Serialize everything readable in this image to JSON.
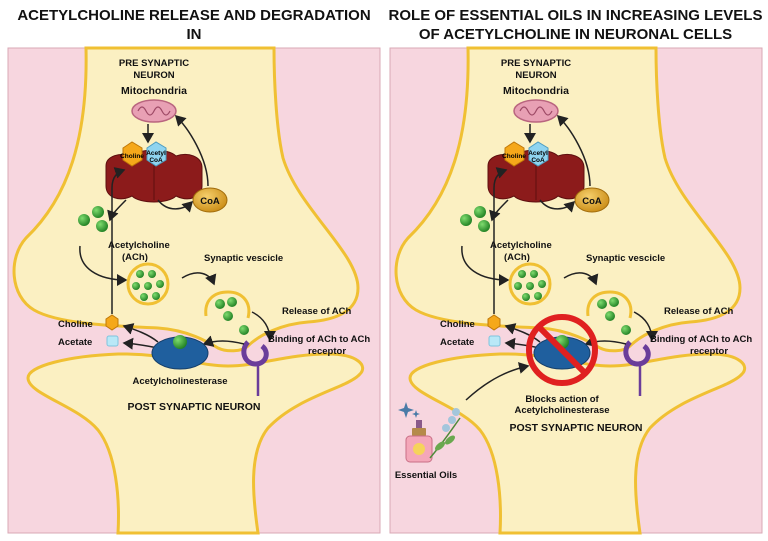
{
  "panels": [
    {
      "title_line1": "ACETYLCHOLINE RELEASE AND DEGRADATION IN",
      "title_line2": "NORMAL NEURONAL CELLS",
      "pre_synaptic_line1": "PRE SYNAPTIC",
      "pre_synaptic_line2": "NEURON",
      "mitochondria": "Mitochondria",
      "choline_box": "Choline",
      "acetyl_line1": "Acetyl",
      "acetyl_line2": "CoA",
      "coa": "CoA",
      "ach_line1": "Acetylcholine",
      "ach_line2": "(ACh)",
      "synaptic_vesicle": "Synaptic vescicle",
      "release": "Release of ACh",
      "binding_line1": "Binding of ACh to ACh",
      "binding_line2": "receptor",
      "choline": "Choline",
      "acetate": "Acetate",
      "enzyme": "Acetylcholinesterase",
      "post_synaptic": "POST SYNAPTIC NEURON"
    },
    {
      "title_line1": "ROLE OF ESSENTIAL OILS IN INCREASING LEVELS",
      "title_line2": "OF ACETYLCHOLINE IN NEURONAL CELLS",
      "pre_synaptic_line1": "PRE SYNAPTIC",
      "pre_synaptic_line2": "NEURON",
      "mitochondria": "Mitochondria",
      "choline_box": "Choline",
      "acetyl_line1": "Acetyl",
      "acetyl_line2": "CoA",
      "coa": "CoA",
      "ach_line1": "Acetylcholine",
      "ach_line2": "(ACh)",
      "synaptic_vesicle": "Synaptic vescicle",
      "release": "Release of ACh",
      "binding_line1": "Binding of ACh to ACh",
      "binding_line2": "receptor",
      "choline": "Choline",
      "acetate": "Acetate",
      "blocks_line1": "Blocks action of",
      "blocks_line2": "Acetylcholinesterase",
      "post_synaptic": "POST SYNAPTIC NEURON",
      "essential_oils": "Essential Oils"
    }
  ],
  "colors": {
    "background_panel": "#f7d6df",
    "neuron_fill": "#fbf0c2",
    "neuron_outline": "#f0c033",
    "mitochondria": "#e8a0b4",
    "hexagon_choline": "#f5a81a",
    "hexagon_acetyl": "#8fd4f0",
    "enzyme_red": "#8c1b1b",
    "coa": "#e3a933",
    "ach": "#2e9e2e",
    "receptor": "#6a3d9a",
    "acetylcholinesterase": "#1f5f9e",
    "block_sign": "#e02020",
    "essential_oil_bottle": "#f4a7b9"
  },
  "icons": [
    "mitochondria-icon",
    "hexagon-icon",
    "enzyme-icon",
    "vesicle-icon",
    "receptor-icon",
    "acetylcholinesterase-icon",
    "prohibition-icon",
    "essential-oil-bottle-icon",
    "sparkle-icon",
    "herb-icon"
  ]
}
